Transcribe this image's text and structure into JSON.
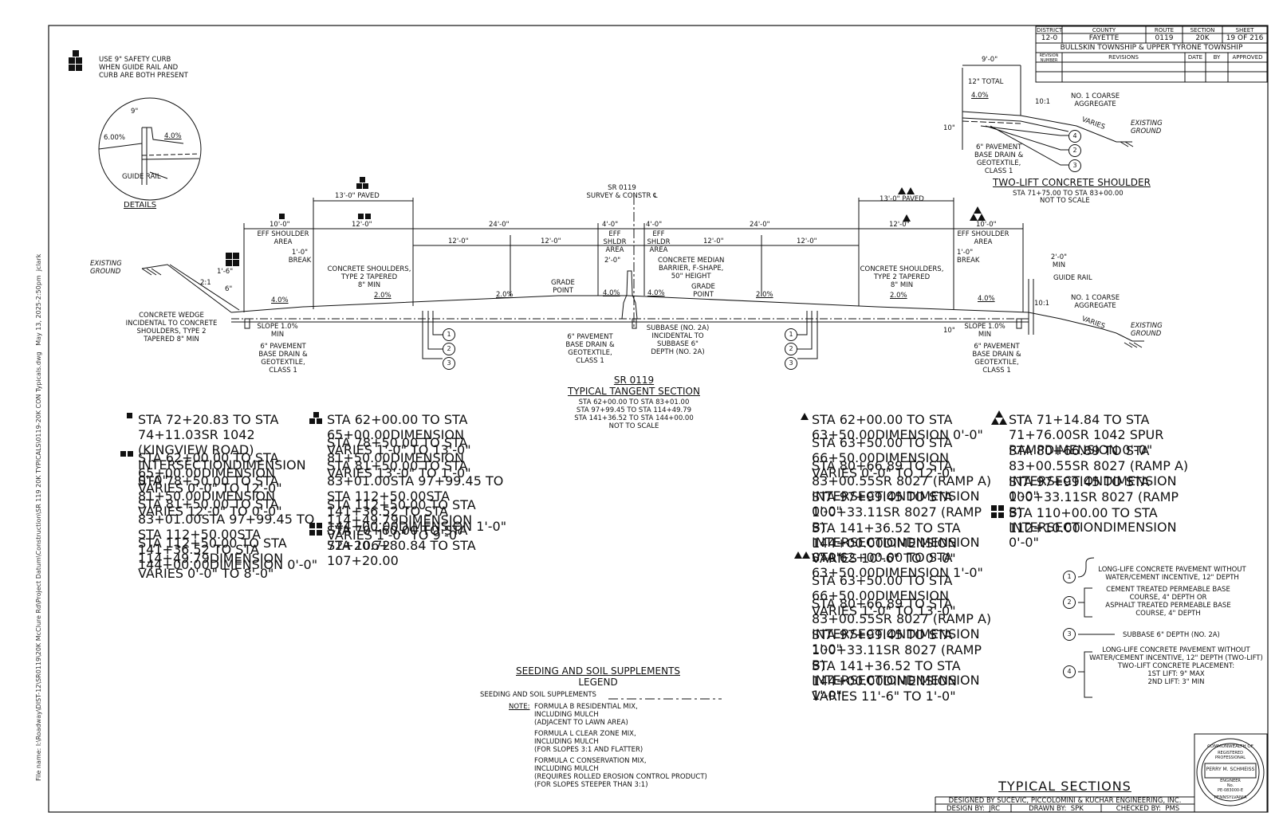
{
  "title_block": {
    "headers": [
      "DISTRICT",
      "COUNTY",
      "ROUTE",
      "SECTION",
      "SHEET"
    ],
    "values": [
      "12-0",
      "FAYETTE",
      "0119",
      "20K",
      "19 OF 216"
    ],
    "township": "BULLSKIN TOWNSHIP & UPPER TYRONE TOWNSHIP",
    "rev_headers": [
      "REVISION NUMBER",
      "REVISIONS",
      "DATE",
      "BY",
      "APPROVED"
    ]
  },
  "file_name": "File name: I:\\Roadway\\DIST-12\\SR0119\\20K McClure Rd\\Project Datum\\Construction\\SR 119 20K TYPICALS\\0119-20K CON Typicals.dwg   May 13, 2025-2:50pm  jclark",
  "details": {
    "note": [
      "USE 9\" SAFETY CURB",
      "WHEN GUIDE RAIL AND",
      "CURB ARE BOTH PRESENT"
    ],
    "curb_9": "9\"",
    "slope_600": "6.00%",
    "slope_400": "4.0%",
    "guide_rail": "GUIDE RAIL",
    "title": "DETAILS"
  },
  "two_lift": {
    "dim_top": "9'-0\"",
    "total": "12\" TOTAL",
    "slope": "4.0%",
    "ratio": "10:1",
    "aggregate": [
      "NO. 1 COARSE",
      "AGGREGATE"
    ],
    "varies": "VARIES",
    "existing": [
      "EXISTING",
      "GROUND"
    ],
    "dim_10": "10\"",
    "drain": [
      "6\" PAVEMENT",
      "BASE DRAIN &",
      "GEOTEXTILE,",
      "CLASS 1"
    ],
    "title": "TWO-LIFT CONCRETE SHOULDER",
    "sta": "STA 71+75.00 TO STA 83+00.00",
    "nts": "NOT TO SCALE"
  },
  "section": {
    "centerline": [
      "SR 0119",
      "SURVEY & CONSTR ℄"
    ],
    "paved_left": "13'-0\" PAVED",
    "paved_right": "13'-0\" PAVED",
    "dims_top": [
      "10'-0\"",
      "12'-0\"",
      "24'-0\"",
      "4'-0\"",
      "4'-0\"",
      "24'-0\"",
      "12'-0\"",
      "10'-0\""
    ],
    "dims_lane": [
      "12'-0\"",
      "12'-0\"",
      "12'-0\"",
      "12'-0\""
    ],
    "eff_shoulder_left": [
      "EFF SHOULDER",
      "AREA"
    ],
    "eff_shoulder_right": [
      "EFF SHOULDER",
      "AREA"
    ],
    "eff_shldr_mid_left": [
      "EFF",
      "SHLDR",
      "AREA"
    ],
    "eff_shldr_mid_right": [
      "EFF",
      "SHLDR",
      "AREA"
    ],
    "break_left": [
      "1'-0\"",
      "BREAK"
    ],
    "break_right": [
      "1'-0\"",
      "BREAK"
    ],
    "mid_2_0": "2'-0\"",
    "conc_shoulders_left": [
      "CONCRETE SHOULDERS,",
      "TYPE 2 TAPERED",
      "8\" MIN"
    ],
    "conc_shoulders_right": [
      "CONCRETE SHOULDERS,",
      "TYPE 2 TAPERED",
      "8\" MIN"
    ],
    "median": [
      "CONCRETE MEDIAN",
      "BARRIER, F-SHAPE,",
      "50\" HEIGHT"
    ],
    "grade_point_left": [
      "GRADE",
      "POINT"
    ],
    "grade_point_right": [
      "GRADE",
      "POINT"
    ],
    "slopes": [
      "4.0%",
      "2.0%",
      "2.0%",
      "4.0%",
      "4.0%",
      "2.0%",
      "2.0%",
      "4.0%"
    ],
    "existing_left": [
      "EXISTING",
      "GROUND"
    ],
    "existing_right": [
      "EXISTING",
      "GROUND"
    ],
    "left_dims": [
      "1'-6\"",
      "6\"",
      "2:1"
    ],
    "wedge": [
      "CONCRETE WEDGE",
      "INCIDENTAL TO CONCRETE",
      "SHOULDERS, TYPE 2",
      "TAPERED 8\" MIN"
    ],
    "slope_min_left": [
      "SLOPE 1.0%",
      "MIN"
    ],
    "slope_min_right": [
      "SLOPE 1.0%",
      "MIN"
    ],
    "drain_left": [
      "6\" PAVEMENT",
      "BASE DRAIN &",
      "GEOTEXTILE,",
      "CLASS 1"
    ],
    "drain_mid": [
      "6\" PAVEMENT",
      "BASE DRAIN &",
      "GEOTEXTILE,",
      "CLASS 1"
    ],
    "drain_right": [
      "6\" PAVEMENT",
      "BASE DRAIN &",
      "GEOTEXTILE,",
      "CLASS 1"
    ],
    "subbase": [
      "SUBBASE (NO. 2A)",
      "INCIDENTAL TO",
      "SUBBASE 6\"",
      "DEPTH (NO. 2A)"
    ],
    "right_2_0": [
      "2'-0\"",
      "MIN"
    ],
    "guide_rail": "GUIDE RAIL",
    "aggregate": [
      "NO. 1 COARSE",
      "AGGREGATE"
    ],
    "ratio": "10:1",
    "varies": "VARIES",
    "dim_10": "10\"",
    "callouts": [
      "1",
      "2",
      "3"
    ],
    "title_1": "SR 0119",
    "title_2": "TYPICAL TANGENT SECTION",
    "sta": [
      "STA 62+00.00 TO STA 83+01.00",
      "STA 97+99.45 TO STA 114+49.79",
      "STA 141+36.52 TO STA 144+00.00",
      "NOT TO SCALE"
    ]
  },
  "notes_col1": [
    {
      "sym": "sq1",
      "lines": [
        "STA 72+20.83 TO STA 74+11.03",
        "SR 1042 (KINGVIEW ROAD) INTERSECTION",
        "DIMENSION 0'-0\""
      ]
    },
    {
      "sym": "sq2",
      "lines": [
        "STA 62+00.00 TO STA 65+00.00",
        "DIMENSION VARIES 0'-0\" TO 12'-0\""
      ]
    },
    {
      "sym": "",
      "lines": [
        "STA 78+50.00 TO STA 81+50.00",
        "DIMENSION VARIES 12'-0\" TO 0'-0\""
      ]
    },
    {
      "sym": "",
      "lines": [
        "STA 81+50.00 TO STA 83+01.00",
        "STA 97+99.45 TO STA 112+50.00",
        "STA 141+36.52 TO STA 144+00.00",
        "DIMENSION 0'-0\""
      ]
    },
    {
      "sym": "",
      "lines": [
        "STA 112+50.00 TO STA 114+49.79",
        "DIMENSION VARIES 0'-0\" TO 8'-0\""
      ]
    }
  ],
  "notes_col2": [
    {
      "sym": "sq3",
      "lines": [
        "STA 62+00.00 TO STA 65+00.00",
        "DIMENSION VARIES 1'-0\" TO 13'-0\""
      ]
    },
    {
      "sym": "",
      "lines": [
        "STA 78+50.00 TO STA 81+50.00",
        "DIMENSION VARIES 13'-0\" TO 1'-0\""
      ]
    },
    {
      "sym": "",
      "lines": [
        "STA 81+50.00 TO STA 83+01.00",
        "STA 97+99.45 TO STA 112+50.00",
        "STA 141+36.52 TO STA 144+00.00",
        "DIMENSION 1'-0\""
      ]
    },
    {
      "sym": "",
      "lines": [
        "STA 112+50.00 TO STA 114+49.79",
        "DIMENSION VARIES 1'-0\" TO 9'-0\""
      ]
    },
    {
      "sym": "sq4",
      "lines": [
        "STA 70+60.00 TO STA 72+20.72"
      ]
    },
    {
      "sym": "",
      "lines": [
        "STA 106+80.84 TO STA 107+20.00"
      ]
    }
  ],
  "notes_col3": [
    {
      "sym": "tri1",
      "lines": [
        "STA 62+00.00 TO STA 63+50.00",
        "DIMENSION 0'-0\""
      ]
    },
    {
      "sym": "",
      "lines": [
        "STA 63+50.00 TO STA 66+50.00",
        "DIMENSION VARIES 0'-0\" TO 12'-0\""
      ]
    },
    {
      "sym": "",
      "lines": [
        "STA 80+66.89 TO STA 83+00.55",
        "SR 8027 (RAMP A) INTERSECTION",
        "DIMENSION 0'-0\""
      ]
    },
    {
      "sym": "",
      "lines": [
        "STA 97+99.45 TO STA 100+33.11",
        "SR 8027 (RAMP B) INTERSECTION",
        "DIMENSION 0'-0\""
      ]
    },
    {
      "sym": "",
      "lines": [
        "STA 141+36.52 TO STA 144+00.00",
        "DIMENSION VARIES 10'-6\" TO 0'-0\""
      ]
    },
    {
      "sym": "tri2",
      "lines": [
        "STA 62+00.00 TO STA 63+50.00",
        "DIMENSION 1'-0\""
      ]
    },
    {
      "sym": "",
      "lines": [
        "STA 63+50.00 TO STA 66+50.00",
        "DIMENSION VARIES 1'-0\" TO 13'-0\""
      ]
    },
    {
      "sym": "",
      "lines": [
        "STA 80+66.89 TO STA 83+00.55",
        "SR 8027 (RAMP A) INTERSECTION",
        "DIMENSION 1'-0\""
      ]
    },
    {
      "sym": "",
      "lines": [
        "STA 97+99.45 TO STA 100+33.11",
        "SR 8027 (RAMP B) INTERSECTION",
        "DIMENSION 1'-0\""
      ]
    },
    {
      "sym": "",
      "lines": [
        "STA 141+36.52 TO STA 144+00.00",
        "DIMENSION VARIES 11'-6\" TO 1'-0\""
      ]
    }
  ],
  "notes_col4": [
    {
      "sym": "tri3",
      "lines": [
        "STA 71+14.84 TO STA 71+76.00",
        "SR 1042 SPUR RAMP",
        "DIMENSION 0'-0\""
      ]
    },
    {
      "sym": "",
      "lines": [
        "STA 80+66.89 TO STA 83+00.55",
        "SR 8027 (RAMP A) INTERSECTION",
        "DIMENSION 0'-0\""
      ]
    },
    {
      "sym": "",
      "lines": [
        "STA 97+99.45 TO STA 100+33.11",
        "SR 8027 (RAMP B) INTERSECTION",
        "DIMENSION 0'-0\""
      ]
    },
    {
      "sym": "sq4",
      "lines": [
        "STA 110+00.00 TO STA 112+10.00"
      ]
    }
  ],
  "legend_items": [
    {
      "num": "1",
      "lines": [
        "LONG-LIFE CONCRETE PAVEMENT WITHOUT",
        "WATER/CEMENT INCENTIVE, 12\" DEPTH"
      ]
    },
    {
      "num": "2",
      "lines": [
        "CEMENT TREATED PERMEABLE BASE",
        "COURSE, 4\" DEPTH OR",
        "ASPHALT TREATED PERMEABLE BASE",
        "COURSE, 4\" DEPTH"
      ]
    },
    {
      "num": "3",
      "lines": [
        "SUBBASE 6\" DEPTH (NO. 2A)"
      ]
    },
    {
      "num": "4",
      "lines": [
        "LONG-LIFE CONCRETE PAVEMENT WITHOUT",
        "WATER/CEMENT INCENTIVE, 12\" DEPTH (TWO-LIFT)",
        "",
        "TWO-LIFT CONCRETE PLACEMENT:",
        "1ST LIFT: 9\" MAX",
        "2ND LIFT: 3\" MIN"
      ]
    }
  ],
  "seeding": {
    "title": "SEEDING AND SOIL SUPPLEMENTS",
    "legend": "LEGEND",
    "line_label": "SEEDING AND SOIL SUPPLEMENTS",
    "note": "NOTE:",
    "items": [
      [
        "FORMULA B RESIDENTIAL MIX,",
        "INCLUDING MULCH",
        "(ADJACENT TO LAWN AREA)"
      ],
      [
        "FORMULA L CLEAR ZONE MIX,",
        "INCLUDING MULCH",
        "(FOR SLOPES 3:1 AND FLATTER)"
      ],
      [
        "FORMULA C CONSERVATION MIX,",
        "INCLUDING MULCH",
        "(REQUIRES ROLLED EROSION CONTROL PRODUCT)",
        "(FOR SLOPES STEEPER THAN 3:1)"
      ]
    ]
  },
  "footer": {
    "title": "TYPICAL SECTIONS",
    "designed": "DESIGNED BY SUCEVIC, PICCOLOMINI & KUCHAR ENGINEERING, INC.",
    "design_by": "DESIGN BY:  JRC",
    "drawn_by": "DRAWN BY:  SPK",
    "checked_by": "CHECKED BY:  PMS"
  },
  "seal": {
    "top": "COMMONWEALTH OF",
    "bottom": "PENNSYLVANIA",
    "reg": [
      "REGISTERED",
      "PROFESSIONAL"
    ],
    "name": "PERRY M. SCHMEISS",
    "eng": [
      "ENGINEER",
      "No.",
      "PE-083000-E"
    ]
  }
}
